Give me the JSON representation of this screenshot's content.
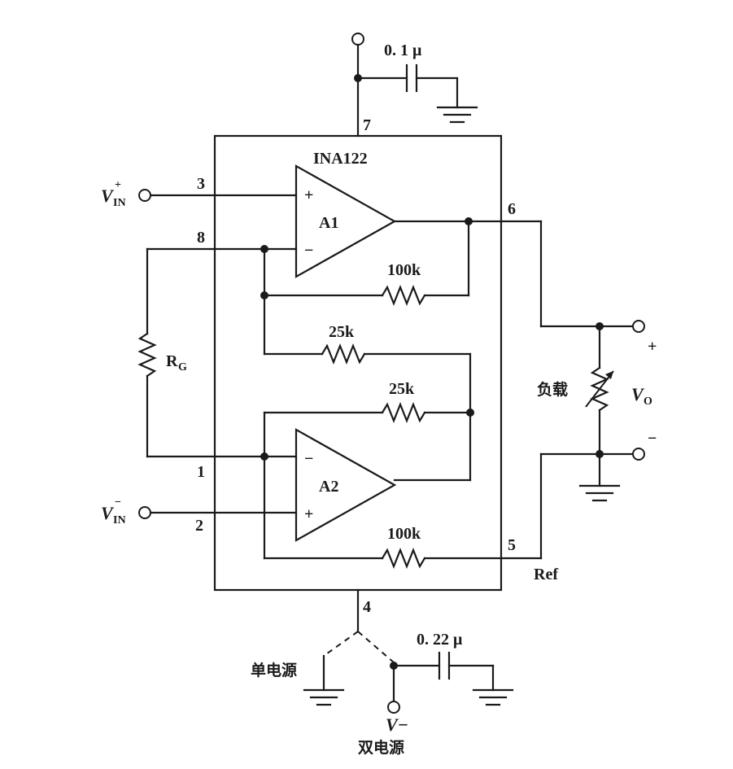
{
  "chip": {
    "name": "INA122",
    "opamp_top": "A1",
    "opamp_bottom": "A2",
    "plus_sign": "+",
    "minus_sign": "−"
  },
  "pins": {
    "p1": "1",
    "p2": "2",
    "p3": "3",
    "p4": "4",
    "p5": "5",
    "p6": "6",
    "p7": "7",
    "p8": "8"
  },
  "resistors": {
    "r_top_feedback": "100k",
    "r_mid_25k_a": "25k",
    "r_mid_25k_b": "25k",
    "r_bottom": "100k",
    "rg_main": "R",
    "rg_sub": "G"
  },
  "capacitors": {
    "c_top": "0. 1 μ",
    "c_bottom": "0. 22 μ"
  },
  "inputs": {
    "vin_plus_main": "V",
    "vin_plus_sub": "IN",
    "vin_plus_sup": "+",
    "vin_minus_main": "V",
    "vin_minus_sub": "IN",
    "vin_minus_sup": "−"
  },
  "output": {
    "load": "负载",
    "vo_main": "V",
    "vo_sub": "O",
    "plus": "+",
    "minus": "−",
    "ref": "Ref"
  },
  "supply": {
    "single": "单电源",
    "dual": "双电源",
    "vneg": "V−"
  }
}
